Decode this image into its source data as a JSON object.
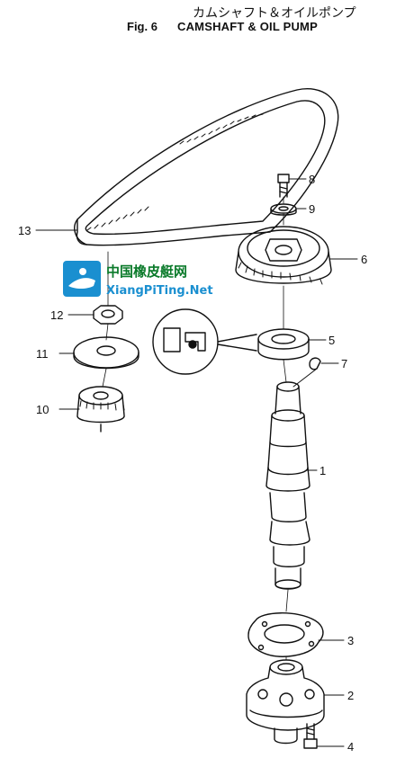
{
  "header": {
    "title_jp": "カムシャフト＆オイルポンプ",
    "fig_label": "Fig. 6",
    "title_en": "CAMSHAFT & OIL PUMP"
  },
  "callouts": [
    "1",
    "2",
    "3",
    "4",
    "5",
    "6",
    "7",
    "8",
    "9",
    "10",
    "11",
    "12",
    "13"
  ],
  "watermark": {
    "name_cn": "中国橡皮艇网",
    "url": "XiangPiTing.Net"
  },
  "colors": {
    "line": "#111111",
    "watermark_green": "#0a7a2a",
    "watermark_blue": "#1a8fd0"
  }
}
